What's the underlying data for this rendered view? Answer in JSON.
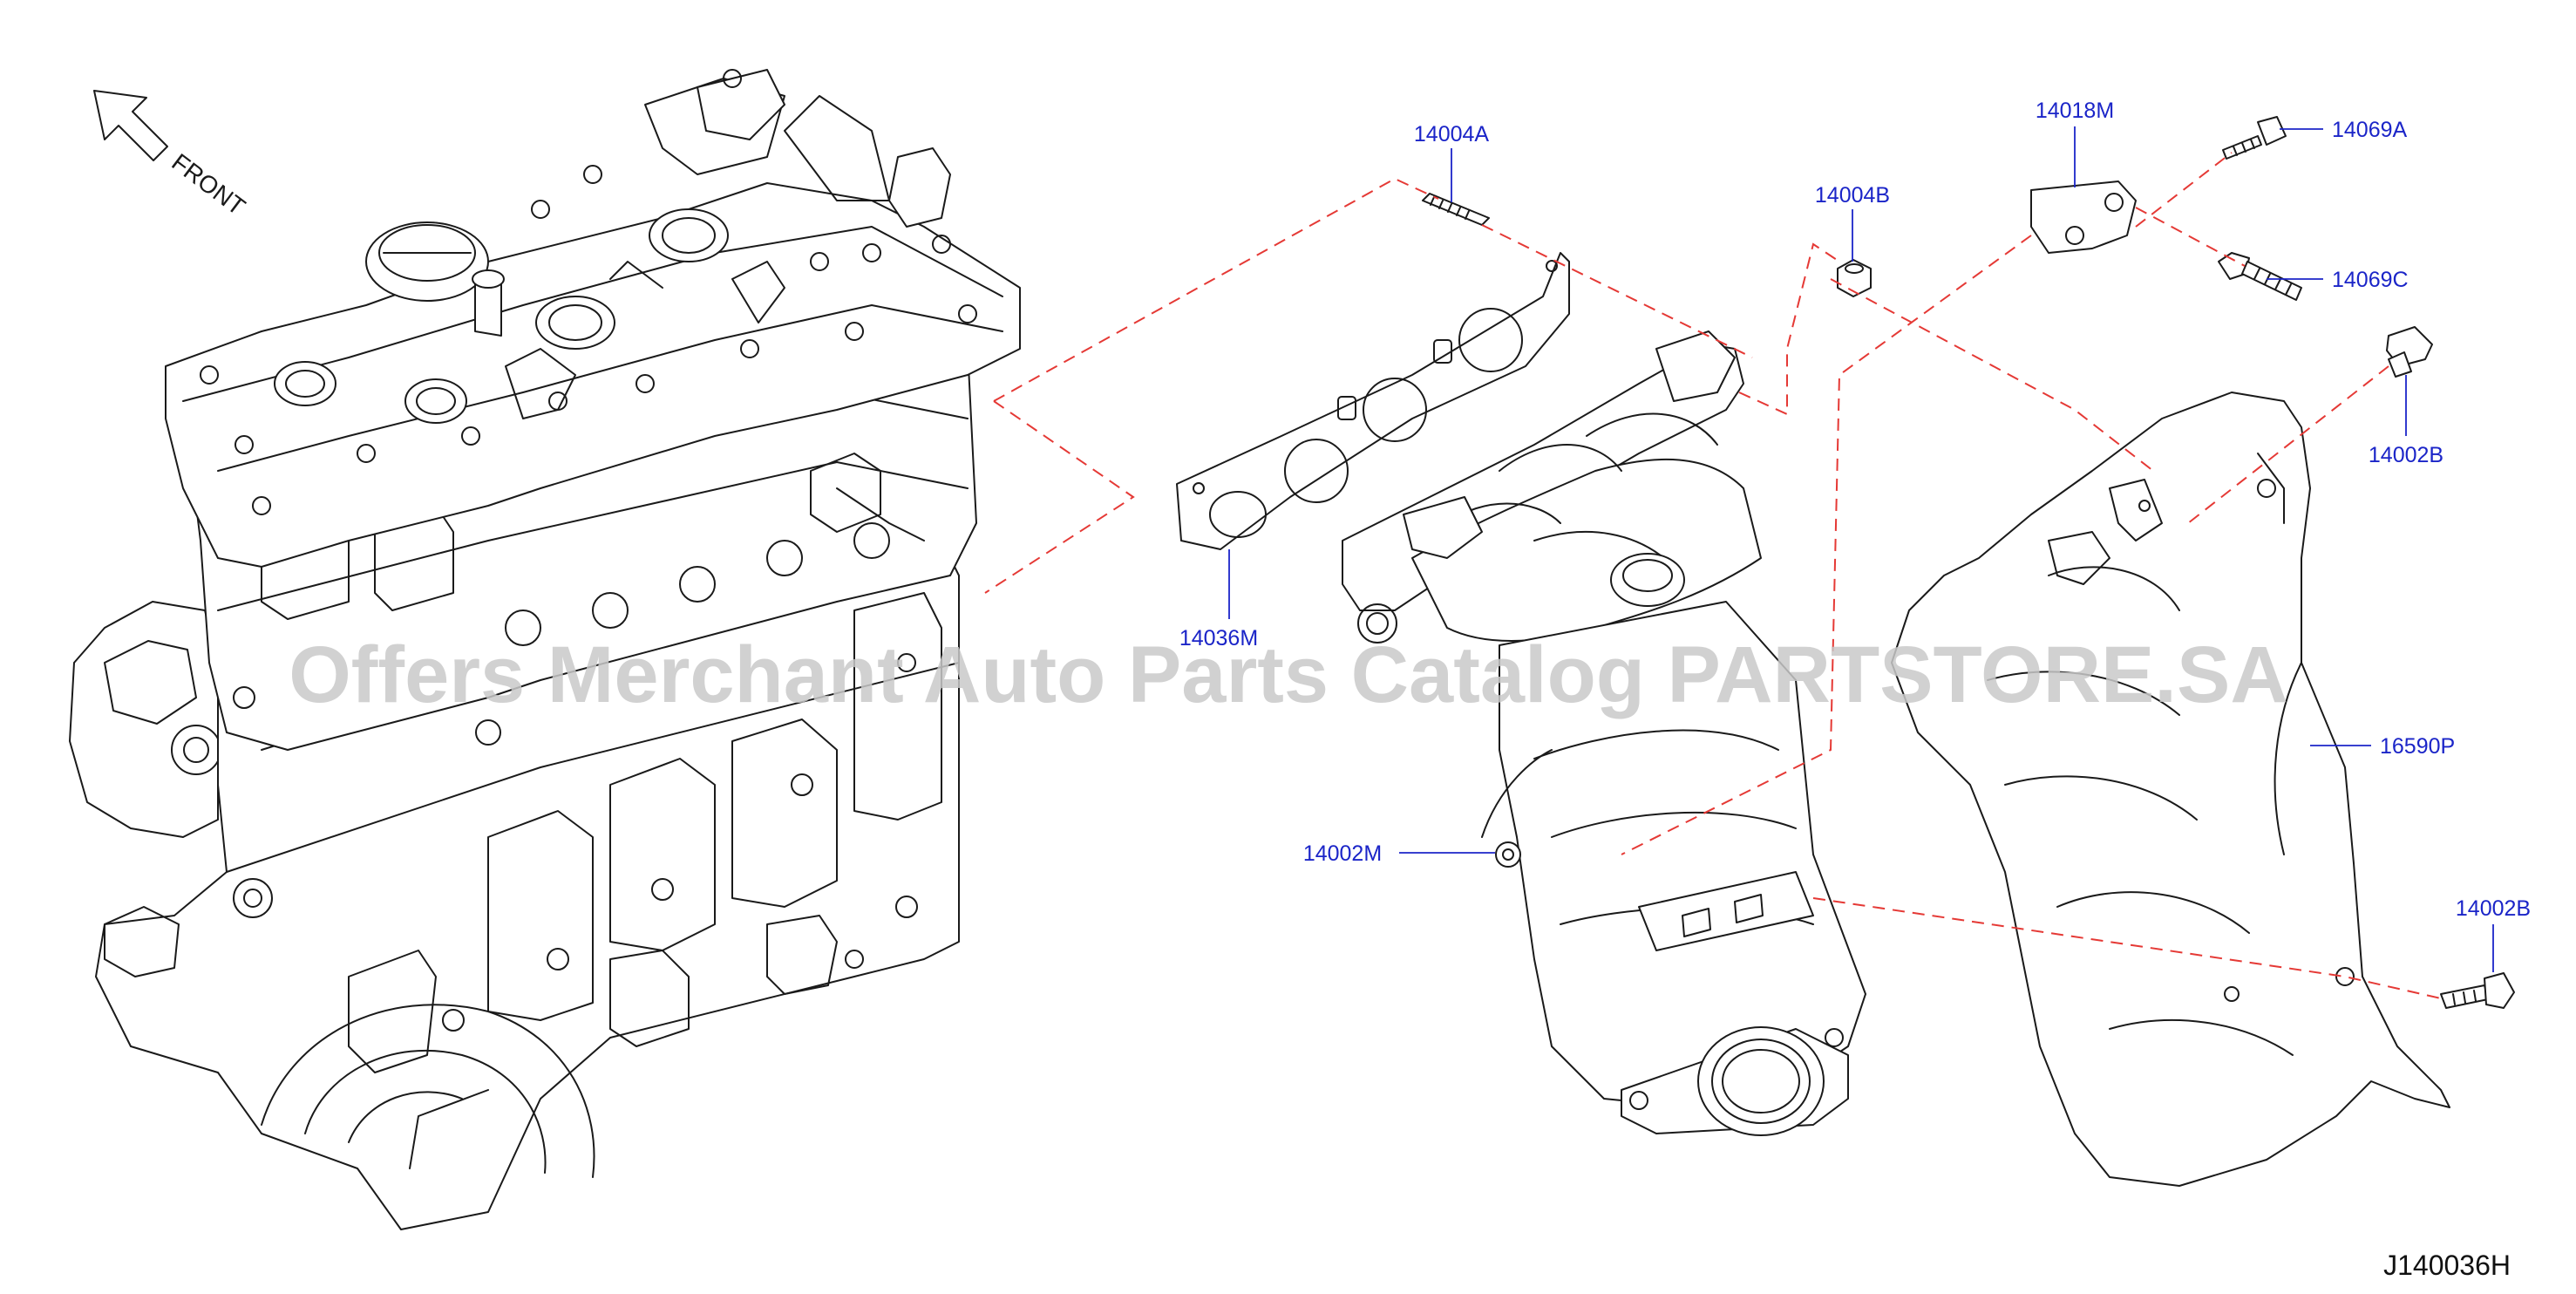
{
  "colors": {
    "line_art": "#1a1a1a",
    "label_text": "#1b25c8",
    "dashed_guide": "#e53935",
    "watermark": "#c9c9c9",
    "code_text": "#111111"
  },
  "front_indicator": {
    "label": "FRONT",
    "icon": "arrow-outline-icon"
  },
  "watermark": "Offers Merchant Auto Parts Catalog PARTSTORE.SA",
  "diagram_code": "J140036H",
  "parts": {
    "p14004A": "14004A",
    "p14004B": "14004B",
    "p14018M": "14018M",
    "p14069A": "14069A",
    "p14069C": "14069C",
    "p14002B_top": "14002B",
    "p14036M": "14036M",
    "p16590P": "16590P",
    "p14002M": "14002M",
    "p14002B_bottom": "14002B"
  }
}
